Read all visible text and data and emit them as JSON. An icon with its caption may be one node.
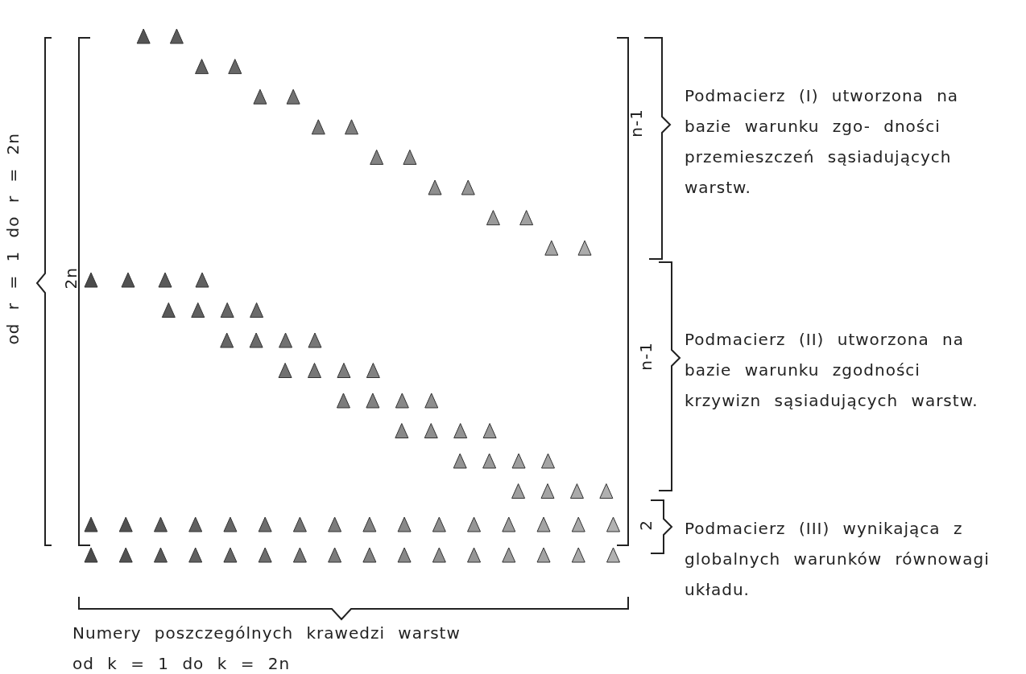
{
  "diagram": {
    "labels": [
      "od r = 1 do r = 2n",
      "2n",
      "n-1",
      "Podmacierz (I) utworzona na bazie warunku zgo- dności przemieszczeń sąsiadujących warstw.",
      "n-1",
      "Podmacierz (II) utworzona na bazie warunku zgodności krzywizn sąsiadujących warstw.",
      "2",
      "Podmacierz (III) wynikająca z globalnych warunków równowagi układu.",
      "Numery poszczególnych krawedzi warstw od k = 1 do k = 2n"
    ]
  }
}
